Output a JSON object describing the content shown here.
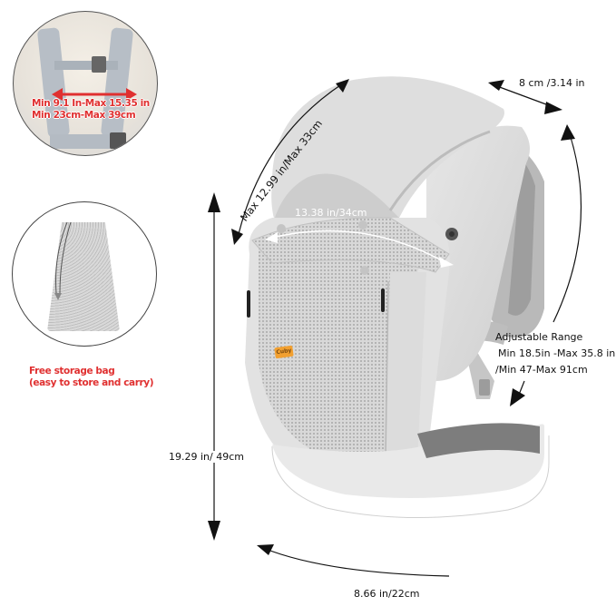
{
  "product": {
    "name": "Baby Carrier",
    "brand_tag": "Cuby",
    "colors": {
      "fabric": "#dcdcdc",
      "fabric_shadow": "#bdbdbd",
      "mesh": "#cfcfcf",
      "inner_dark": "#7a7a7a",
      "brand_tag": "#f2a030",
      "annotation_red": "#e03030",
      "arrow": "#111111"
    }
  },
  "insets": {
    "shoulder_strap": {
      "label_line1": "Min 9.1 In-Max 15.35 in",
      "label_line2": "Min 23cm-Max 39cm"
    },
    "storage_bag": {
      "label_line1": "Free storage bag",
      "label_line2": "(easy to store and carry)"
    }
  },
  "dimensions": {
    "hood_length": "Max 12.99 in/Max 33cm",
    "hood_width": "13.38 in/34cm",
    "strap_width": "8 cm /3.14 in",
    "adjustable_title": "Adjustable Range",
    "adjustable_line1": "Min 18.5in -Max 35.8 in",
    "adjustable_line2": "/Min 47-Max 91cm",
    "height": "19.29 in/ 49cm",
    "waist_width": "8.66 in/22cm"
  }
}
